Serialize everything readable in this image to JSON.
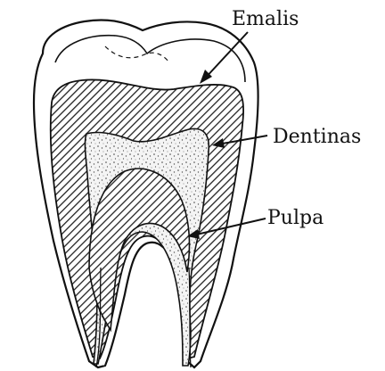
{
  "labels": {
    "enamel": "Emalis",
    "dentin": "Dentinas",
    "pulp": "Pulpa"
  },
  "colors": {
    "ink": "#111111",
    "background": "#ffffff",
    "enamel_fill": "#ffffff",
    "dentin_hatch": "#333333",
    "pulp_stipple": "#f0f0f0"
  }
}
